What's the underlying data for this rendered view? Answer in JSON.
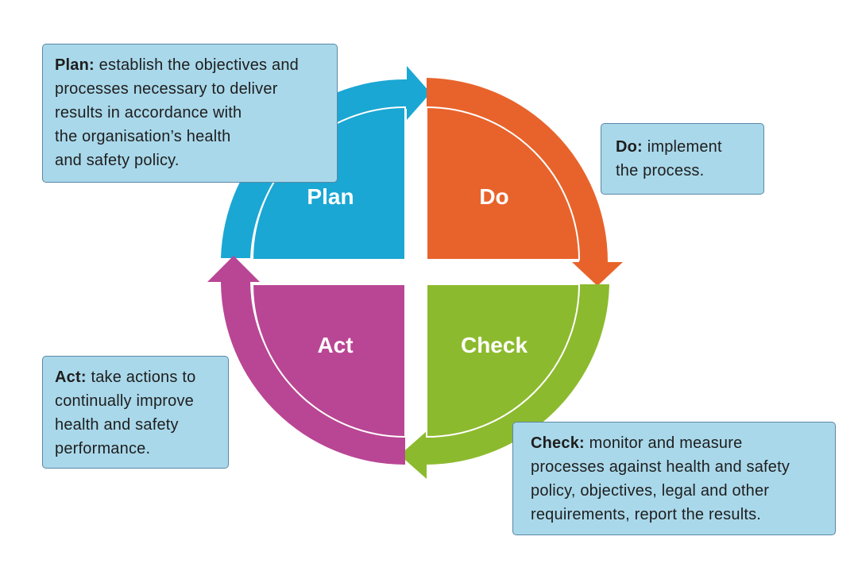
{
  "diagram": {
    "quadrants": {
      "plan": {
        "label": "Plan",
        "color": "#1aa7d3"
      },
      "do": {
        "label": "Do",
        "color": "#e8632b"
      },
      "check": {
        "label": "Check",
        "color": "#8cba2e"
      },
      "act": {
        "label": "Act",
        "color": "#b94694"
      }
    },
    "divider_color": "#ffffff"
  },
  "callouts": {
    "plan": {
      "title": "Plan:",
      "lines": [
        "establish the objectives and",
        "processes necessary to deliver",
        "results in accordance with",
        "the organisation’s health",
        "and safety policy."
      ]
    },
    "do": {
      "title": "Do:",
      "lines": [
        "implement",
        "the process."
      ]
    },
    "act": {
      "title": "Act:",
      "lines": [
        "take actions to",
        "continually improve",
        "health and safety",
        "performance."
      ]
    },
    "check": {
      "title": "Check:",
      "lines": [
        "monitor and measure",
        "processes against health and safety",
        "policy, objectives, legal and other",
        "requirements, report the results."
      ]
    },
    "background_color": "#a9d8ea",
    "border_color": "#5a87a6"
  }
}
